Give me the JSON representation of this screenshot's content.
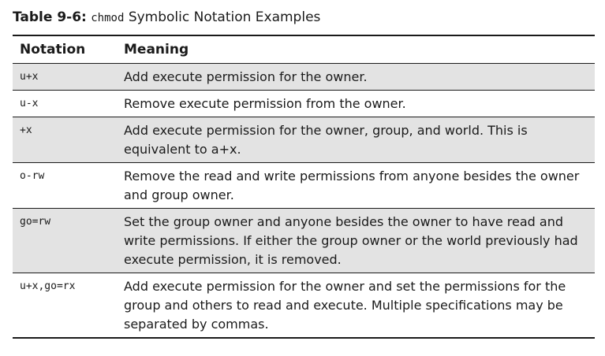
{
  "caption": {
    "number": "Table 9-6:",
    "command": "chmod",
    "title": "Symbolic Notation Examples"
  },
  "table": {
    "headers": {
      "notation": "Notation",
      "meaning": "Meaning"
    },
    "rows": [
      {
        "notation": "u+x",
        "meaning": "Add execute permission for the owner."
      },
      {
        "notation": "u-x",
        "meaning": "Remove execute permission from the owner."
      },
      {
        "notation": "+x",
        "meaning": "Add execute permission for the owner, group, and world. This is equivalent to a+x."
      },
      {
        "notation": "o-rw",
        "meaning": "Remove the read and write permissions from anyone besides the owner and group owner."
      },
      {
        "notation": "go=rw",
        "meaning": "Set the group owner and anyone besides the owner to have read and write permissions. If either the group owner or the world previously had execute permission, it is removed."
      },
      {
        "notation": "u+x,go=rx",
        "meaning": "Add execute permission for the owner and set the permissions for the group and others to read and execute. Multiple specifications may be separated by commas."
      }
    ]
  }
}
